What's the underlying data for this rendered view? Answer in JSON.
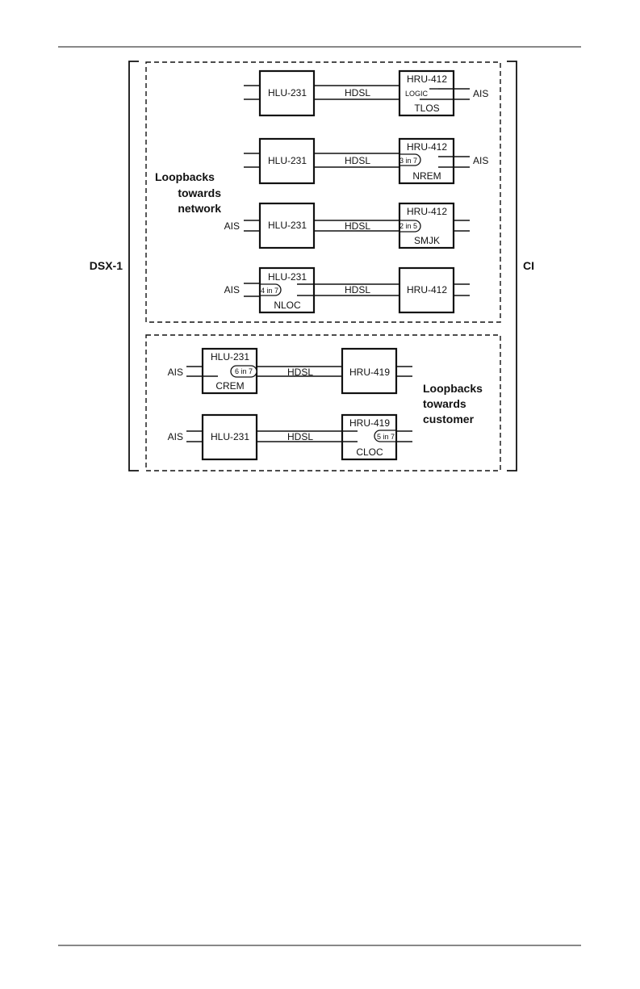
{
  "side_labels": {
    "left": "DSX-1",
    "right": "CI"
  },
  "group_labels": {
    "network": [
      "Loopbacks",
      "towards",
      "network"
    ],
    "customer": [
      "Loopbacks",
      "towards",
      "customer"
    ]
  },
  "units": {
    "hlu": "HLU-231",
    "hru412": "HRU-412",
    "hru419": "HRU-419"
  },
  "span_label": "HDSL",
  "ais_label": "AIS",
  "loopbacks": {
    "tlos": {
      "name": "TLOS",
      "code": "LOGIC"
    },
    "nrem": {
      "name": "NREM",
      "code": "3 in 7"
    },
    "smjk": {
      "name": "SMJK",
      "code": "2 in 5"
    },
    "nloc": {
      "name": "NLOC",
      "code": "4 in 7"
    },
    "crem": {
      "name": "CREM",
      "code": "6 in 7"
    },
    "cloc": {
      "name": "CLOC",
      "code": "5 in 7"
    }
  }
}
